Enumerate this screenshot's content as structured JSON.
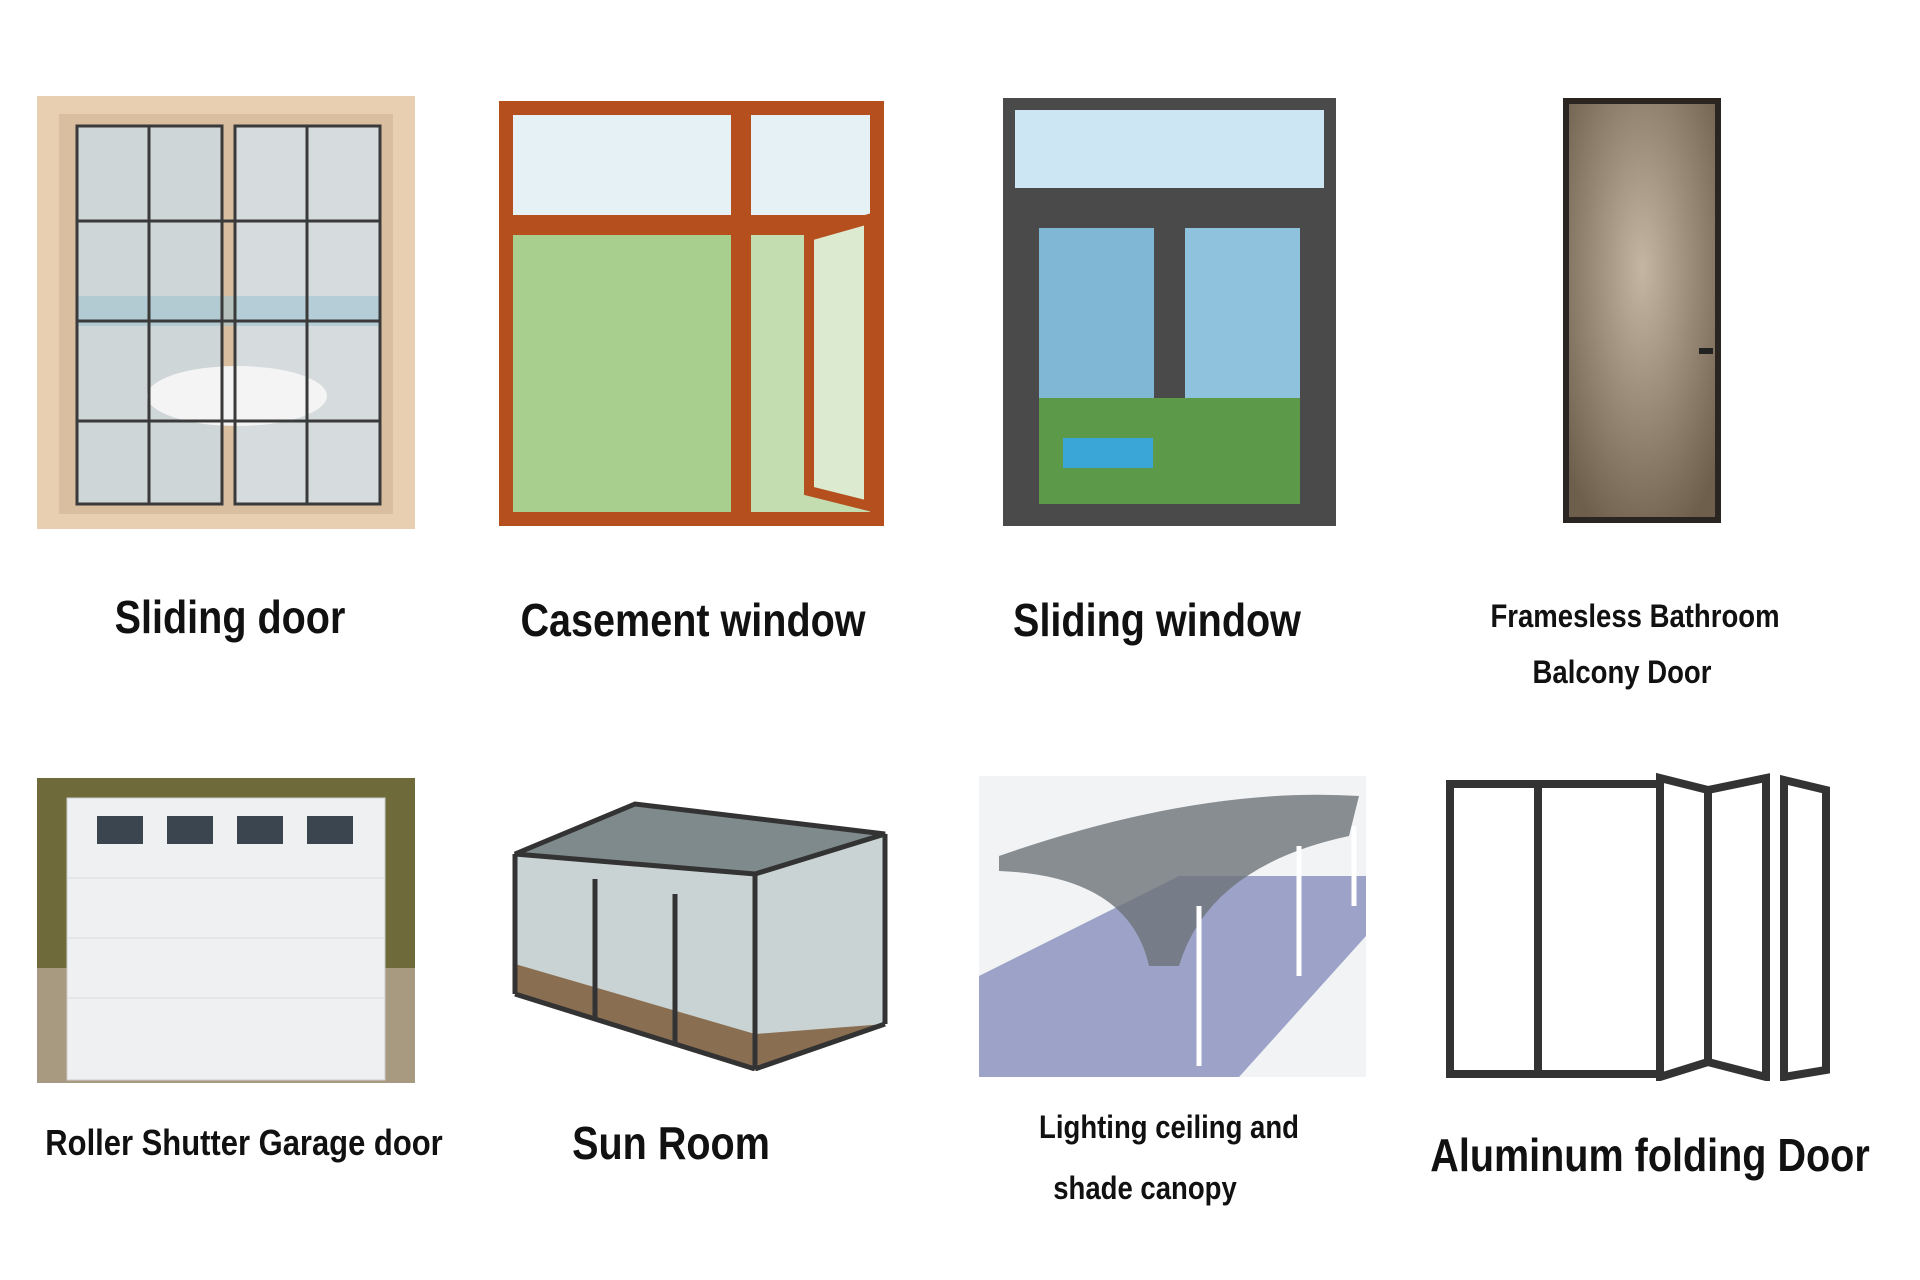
{
  "products": [
    {
      "label": "Sliding door",
      "icon": "sliding-door-image"
    },
    {
      "label": "Casement window",
      "icon": "casement-window-image"
    },
    {
      "label": "Sliding window",
      "icon": "sliding-window-image"
    },
    {
      "label_line1": "Framesless Bathroom",
      "label_line2": "Balcony Door",
      "icon": "frameless-door-image"
    },
    {
      "label": "Roller Shutter Garage door",
      "icon": "garage-door-image"
    },
    {
      "label": "Sun Room",
      "icon": "sun-room-image"
    },
    {
      "label_line1": "Lighting ceiling and",
      "label_line2": "shade canopy",
      "icon": "canopy-image"
    },
    {
      "label": "Aluminum folding Door",
      "icon": "folding-door-image"
    }
  ],
  "colors": {
    "wood_frame": "#b5501e",
    "beige_frame": "#e8cfb2",
    "gray_frame": "#4a4a4a",
    "bronze_glass": "#8a7a66"
  }
}
